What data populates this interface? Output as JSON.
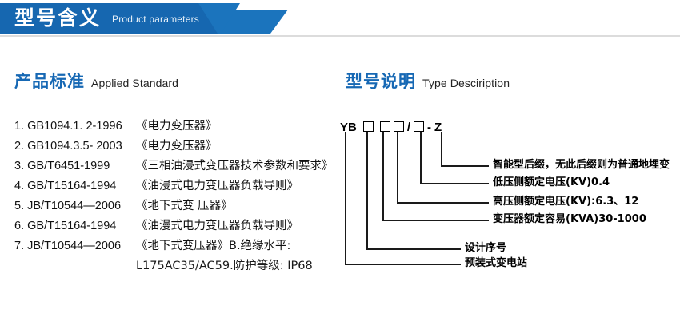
{
  "banner": {
    "title_cn": "型号含义",
    "title_en": "Product parameters"
  },
  "sections": {
    "left": {
      "title_cn": "产品标准",
      "title_en": "Applied Standard"
    },
    "right": {
      "title_cn": "型号说明",
      "title_en": "Type Desciription"
    }
  },
  "standards": [
    {
      "index": "1. ",
      "code": "GB1094.1. 2-1996",
      "name": "《电力变压器》"
    },
    {
      "index": "2. ",
      "code": "GB1094.3.5- 2003",
      "name": "《电力变压器》"
    },
    {
      "index": "3. ",
      "code": "GB/T6451-1999",
      "name": "《三相油浸式变压器技术参数和要求》"
    },
    {
      "index": "4. ",
      "code": "GB/T15164-1994",
      "name": "《油浸式电力变压器负载导则》"
    },
    {
      "index": "5. ",
      "code": "JB/T10544—2006",
      "name": "《地下式变 压器》"
    },
    {
      "index": "6. ",
      "code": "GB/T15164-1994",
      "name": "《油漫式电力变压器负载导则》"
    },
    {
      "index": "7. ",
      "code": "JB/T10544—2006",
      "name": "《地下式变压器》B.绝缘水平:"
    }
  ],
  "standards_continuation": "L175AC35/AC59.防护等级: IP68",
  "type_code": {
    "tokens": [
      {
        "kind": "text",
        "value": "YB"
      },
      {
        "kind": "box",
        "value": "□"
      },
      {
        "kind": "box",
        "value": "□"
      },
      {
        "kind": "box",
        "value": "□"
      },
      {
        "kind": "text",
        "value": "/"
      },
      {
        "kind": "box",
        "value": "□"
      },
      {
        "kind": "text",
        "value": "-"
      },
      {
        "kind": "text",
        "value": "Z"
      }
    ],
    "display": "YB □ □□/□ - Z",
    "callouts": [
      {
        "id": "suffix",
        "label": "智能型后缀，无此后缀则为普通地埋变"
      },
      {
        "id": "lv-voltage",
        "label": "低压侧额定电压(KV)0.4"
      },
      {
        "id": "hv-voltage",
        "label": "高压侧额定电压(KV):6.3、12"
      },
      {
        "id": "capacity",
        "label": "变压器额定容易(KVA)30-1000"
      },
      {
        "id": "design-no",
        "label": "设计序号"
      },
      {
        "id": "substation",
        "label": "预装式变电站"
      }
    ]
  },
  "colors": {
    "brand_blue": "#1668b4",
    "banner_dark": "#1667b0",
    "banner_light": "#1b74bd",
    "text": "#111111",
    "rule": "#dcdcdc"
  }
}
